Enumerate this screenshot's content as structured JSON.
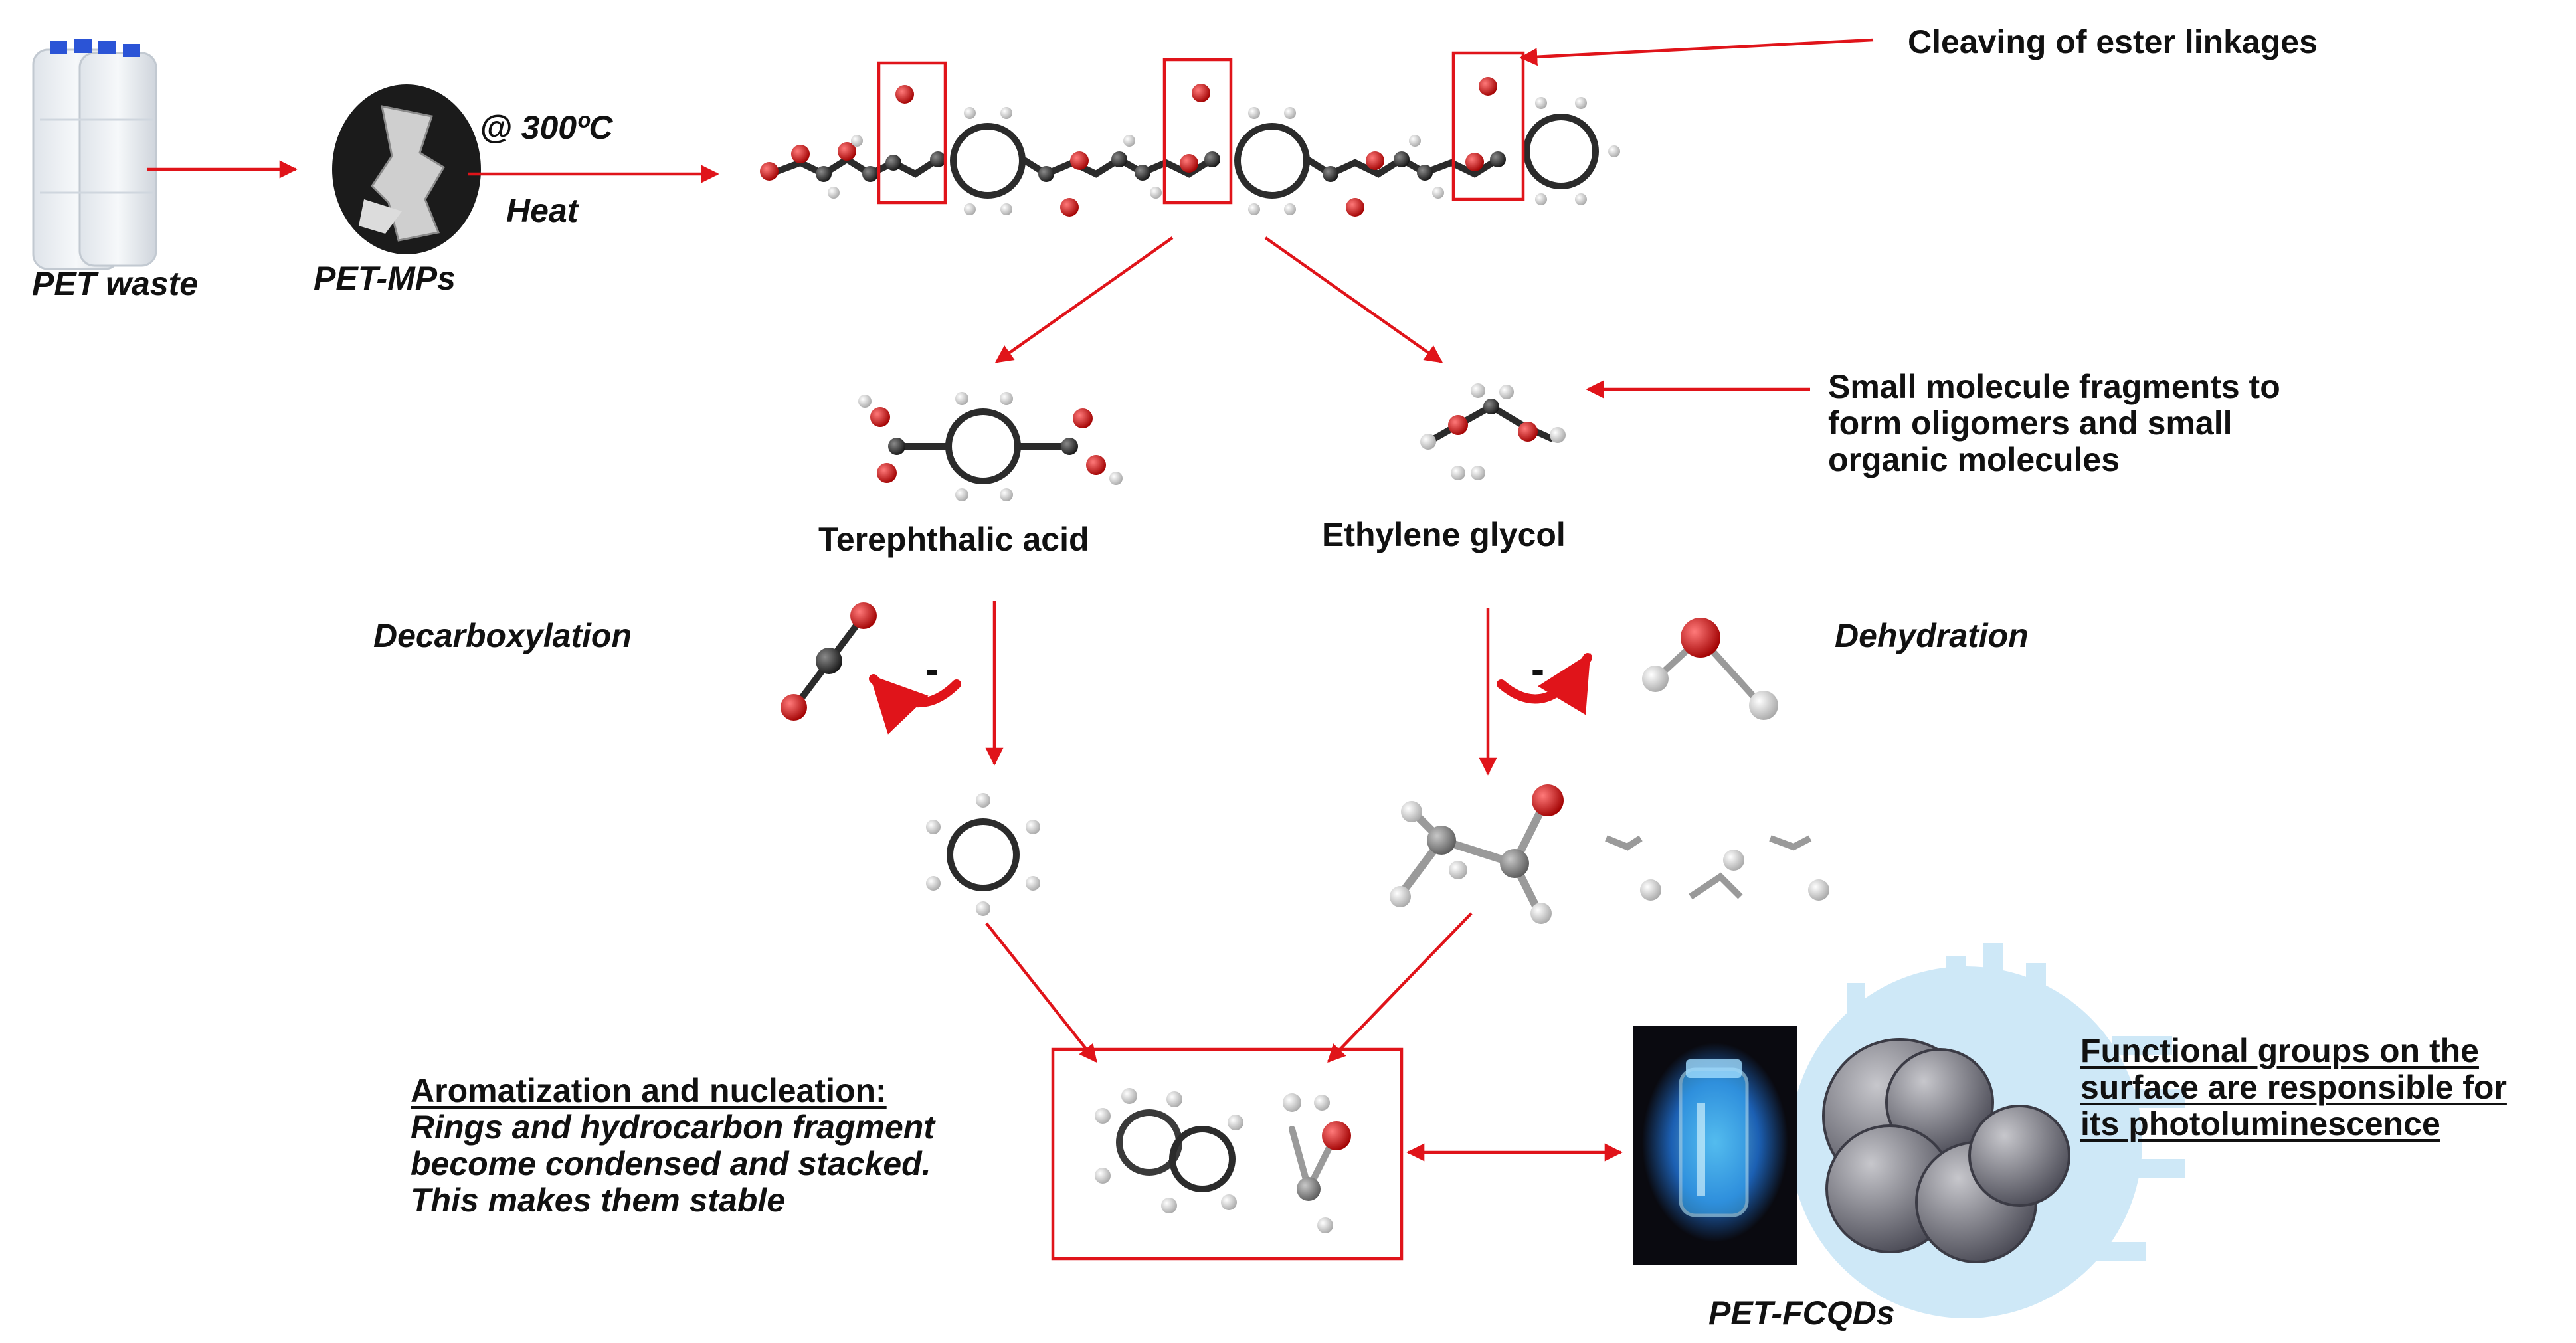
{
  "labels": {
    "pet_waste": "PET waste",
    "pet_mps": "PET-MPs",
    "temperature": "@ 300ºC",
    "heat": "Heat",
    "ester_cleaving": "Cleaving of ester linkages",
    "terephthalic_acid": "Terephthalic acid",
    "ethylene_glycol": "Ethylene glycol",
    "small_fragments": [
      "Small molecule fragments to",
      "form oligomers and small",
      "organic molecules"
    ],
    "decarboxylation": "Decarboxylation",
    "dehydration": "Dehydration",
    "minus_left": "-",
    "minus_right": "-",
    "aromatization_title": "Aromatization and nucleation:",
    "aromatization_body": [
      "Rings and hydrocarbon fragment",
      "become condensed and stacked.",
      "This makes them stable"
    ],
    "functional_groups": [
      "Functional groups on the",
      "surface are responsible for",
      "its photoluminescence"
    ],
    "pet_fcqds": "PET-FCQDs"
  },
  "colors": {
    "arrow": "#e0141a",
    "carbon": "#2b2b2b",
    "oxygen": "#d41616",
    "hydrogen": "#e9e9e9",
    "glow": "#c6e4f6",
    "vial_bg": "#0a0a10"
  }
}
